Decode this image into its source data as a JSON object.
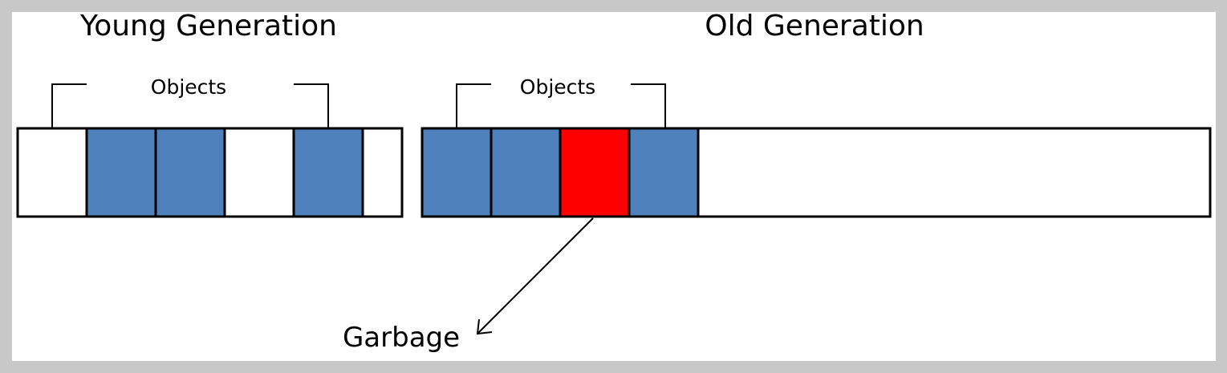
{
  "titles": {
    "young": "Young Generation",
    "old": "Old Generation"
  },
  "brackets": {
    "young_label": "Objects",
    "old_label": "Objects"
  },
  "garbage_label": "Garbage",
  "colors": {
    "background_frame": "#c8c8c8",
    "canvas": "#ffffff",
    "live_object": "#4f81bd",
    "garbage_object": "#ff0000",
    "empty_cell": "#ffffff",
    "border": "#000000"
  },
  "young_generation": {
    "cells": [
      "empty",
      "object",
      "object",
      "empty",
      "object",
      "empty"
    ]
  },
  "old_generation": {
    "cells": [
      "object",
      "object",
      "garbage",
      "object",
      "empty"
    ]
  }
}
